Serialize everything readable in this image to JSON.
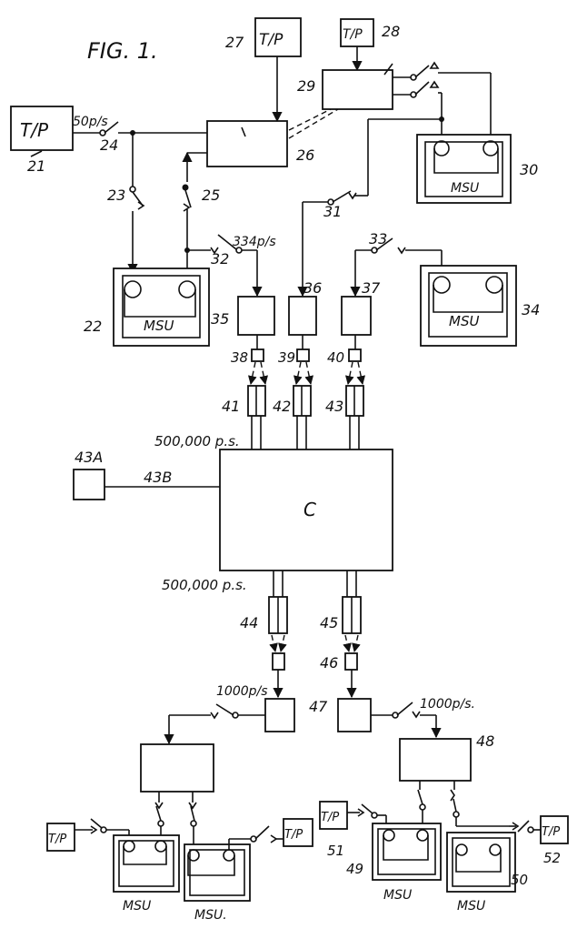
{
  "figure": {
    "title": "FIG. 1."
  },
  "labels": {
    "tp": "T/P",
    "msu": "MSU",
    "msu_alt": "MSU.",
    "central": "C",
    "rate_50": "50p/s",
    "rate_334": "334p/s",
    "rate_500k": "500,000 p.s.",
    "rate_500k_b": "500,000 p.s.",
    "rate_1000": "1000p/s",
    "rate_1000_b": "1000p/s."
  },
  "refs": [
    "21",
    "22",
    "23",
    "24",
    "25",
    "26",
    "27",
    "28",
    "29",
    "30",
    "31",
    "32",
    "33",
    "34",
    "35",
    "36",
    "37",
    "38",
    "39",
    "40",
    "41",
    "42",
    "43",
    "43A",
    "43B",
    "44",
    "45",
    "46",
    "47",
    "48",
    "49",
    "50",
    "51",
    "52"
  ]
}
